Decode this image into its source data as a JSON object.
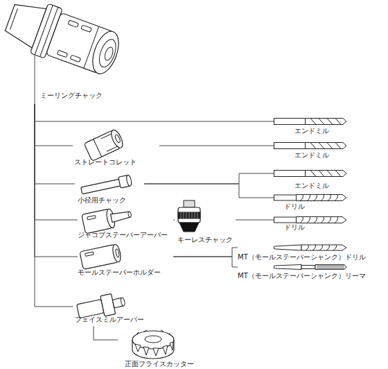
{
  "diagram": {
    "nodes": [
      {
        "text": [
          "ミーリングチャック"
        ]
      },
      {
        "text": [
          "エンドミル"
        ]
      },
      {
        "text": [
          "ストレートコレット"
        ]
      },
      {
        "text": [
          "エンドミル"
        ]
      },
      {
        "text": [
          "小径用チャック"
        ]
      },
      {
        "text": [
          "エンドミル"
        ]
      },
      {
        "text": [
          "ドリル"
        ]
      },
      {
        "text": [
          "ジャコブステーパーアーバー"
        ]
      },
      {
        "text": [
          "キーレスチャック"
        ]
      },
      {
        "text": [
          "ドリル"
        ]
      },
      {
        "text": [
          "モールステーパーホルダー"
        ]
      },
      {
        "text": [
          "MT（モールステーパーシャンク）ドリル"
        ]
      },
      {
        "text": [
          "MT（モールステーパーシャンク）リーマ"
        ]
      },
      {
        "text": [
          "フェイスミルアーバー"
        ]
      },
      {
        "text": [
          "正面フライスカッター"
        ]
      }
    ],
    "edges": [
      {
        "from": 0,
        "to": 1,
        "arrow": "none"
      },
      {
        "from": 0,
        "to": 2,
        "arrow": "none"
      },
      {
        "from": 2,
        "to": 3,
        "arrow": "none"
      },
      {
        "from": 0,
        "to": 4,
        "arrow": "none"
      },
      {
        "from": 4,
        "to": 5,
        "arrow": "none"
      },
      {
        "from": 4,
        "to": 6,
        "arrow": "none"
      },
      {
        "from": 0,
        "to": 7,
        "arrow": "none"
      },
      {
        "from": 7,
        "to": 8,
        "arrow": "none"
      },
      {
        "from": 8,
        "to": 9,
        "arrow": "none"
      },
      {
        "from": 0,
        "to": 10,
        "arrow": "none"
      },
      {
        "from": 10,
        "to": 11,
        "arrow": "none"
      },
      {
        "from": 10,
        "to": 12,
        "arrow": "none"
      },
      {
        "from": 0,
        "to": 13,
        "arrow": "none"
      },
      {
        "from": 13,
        "to": 14,
        "arrow": "none"
      }
    ]
  }
}
